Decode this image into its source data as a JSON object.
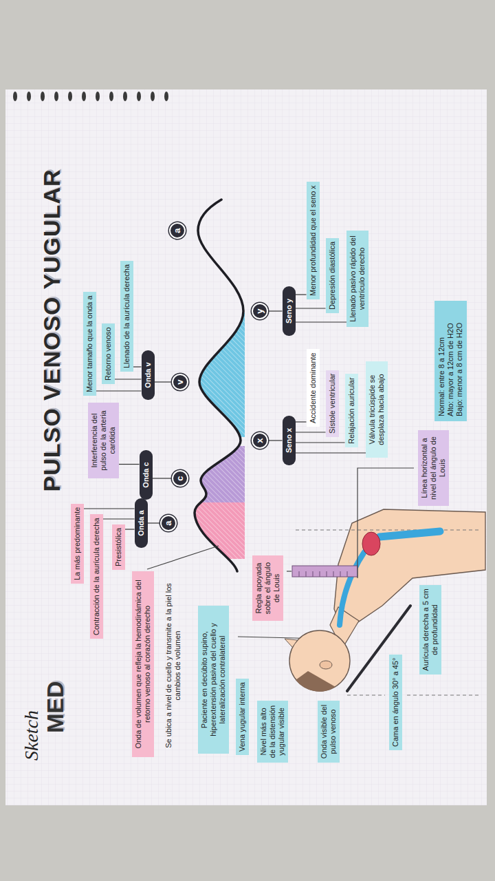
{
  "diagram": {
    "title": "PULSO VENOSO YUGULAR",
    "nodes": [
      {
        "text": [
          "La más predominante"
        ]
      },
      {
        "text": [
          "Contracción de la aurícula derecha"
        ]
      },
      {
        "text": [
          "Presistólica"
        ]
      },
      {
        "text": [
          "Onda a"
        ]
      },
      {
        "text": [
          "a"
        ]
      },
      {
        "text": [
          "Interferencia del pulso de la arteria carótida"
        ]
      },
      {
        "text": [
          "Onda c"
        ]
      },
      {
        "text": [
          "c"
        ]
      },
      {
        "text": [
          "Menor tamaño que la onda a"
        ]
      },
      {
        "text": [
          "Retorno venoso"
        ]
      },
      {
        "text": [
          "Llenado de la aurícula derecha"
        ]
      },
      {
        "text": [
          "Onda v"
        ]
      },
      {
        "text": [
          "v"
        ]
      },
      {
        "text": [
          "x"
        ]
      },
      {
        "text": [
          "Seno x"
        ]
      },
      {
        "text": [
          "Accidente dominante"
        ]
      },
      {
        "text": [
          "Sístole ventricular"
        ]
      },
      {
        "text": [
          "Relajación auricular"
        ]
      },
      {
        "text": [
          "Válvula tricúspide se desplaza hacia abajo"
        ]
      },
      {
        "text": [
          "y"
        ]
      },
      {
        "text": [
          "Seno y"
        ]
      },
      {
        "text": [
          "Menor profundidad que el seno x"
        ]
      },
      {
        "text": [
          "Depresión diastólica"
        ]
      },
      {
        "text": [
          "Llenado pasivo rápido del ventrículo derecho"
        ]
      },
      {
        "text": [
          "a"
        ]
      },
      {
        "text": [
          "Normal: entre 8 a 12cm",
          "Alto: mayor a 12cm de H2O",
          "Bajo: menor a 8 cm de H2O"
        ]
      },
      {
        "text": [
          "Onda de volumen que refleja la hemodinámica del retorno venoso al corazón derecho"
        ]
      },
      {
        "text": [
          "Paciente en decúbito supino, hiperextensión pasiva del cuello y lateralización contralateral"
        ]
      },
      {
        "text": [
          "Vena yugular interna"
        ]
      },
      {
        "text": [
          "Nivel más alto de la distensión yugular visible"
        ]
      },
      {
        "text": [
          "Onda visible del pulso venoso"
        ]
      },
      {
        "text": [
          "Cama en ángulo 30° a 45°"
        ]
      },
      {
        "text": [
          "Aurícula derecha a 5 cm de profundidad"
        ]
      },
      {
        "text": [
          "Regla apoyada sobre el ángulo de Louis"
        ]
      },
      {
        "text": [
          "Línea horizontal a nivel del ángulo de Louis"
        ]
      }
    ],
    "edges": [
      {
        "from": 3,
        "to": 0,
        "arrow": "none"
      },
      {
        "from": 3,
        "to": 1,
        "arrow": "none"
      },
      {
        "from": 3,
        "to": 2,
        "arrow": "none"
      },
      {
        "from": 3,
        "to": 4,
        "arrow": "none"
      },
      {
        "from": 6,
        "to": 5,
        "arrow": "none"
      },
      {
        "from": 6,
        "to": 7,
        "arrow": "none"
      },
      {
        "from": 11,
        "to": 8,
        "arrow": "none"
      },
      {
        "from": 11,
        "to": 9,
        "arrow": "none"
      },
      {
        "from": 11,
        "to": 10,
        "arrow": "none"
      },
      {
        "from": 11,
        "to": 12,
        "arrow": "none"
      },
      {
        "from": 14,
        "to": 13,
        "arrow": "none"
      },
      {
        "from": 14,
        "to": 15,
        "arrow": "none"
      },
      {
        "from": 14,
        "to": 16,
        "arrow": "none"
      },
      {
        "from": 14,
        "to": 17,
        "arrow": "none"
      },
      {
        "from": 14,
        "to": 18,
        "arrow": "none"
      },
      {
        "from": 20,
        "to": 19,
        "arrow": "none"
      },
      {
        "from": 20,
        "to": 21,
        "arrow": "none"
      },
      {
        "from": 20,
        "to": 22,
        "arrow": "none"
      },
      {
        "from": 20,
        "to": 23,
        "arrow": "none"
      }
    ],
    "labels": [
      "Sketch",
      "MED",
      "Se ubica a nivel de cuello y transmite a la piel los cambios de volumen"
    ]
  }
}
